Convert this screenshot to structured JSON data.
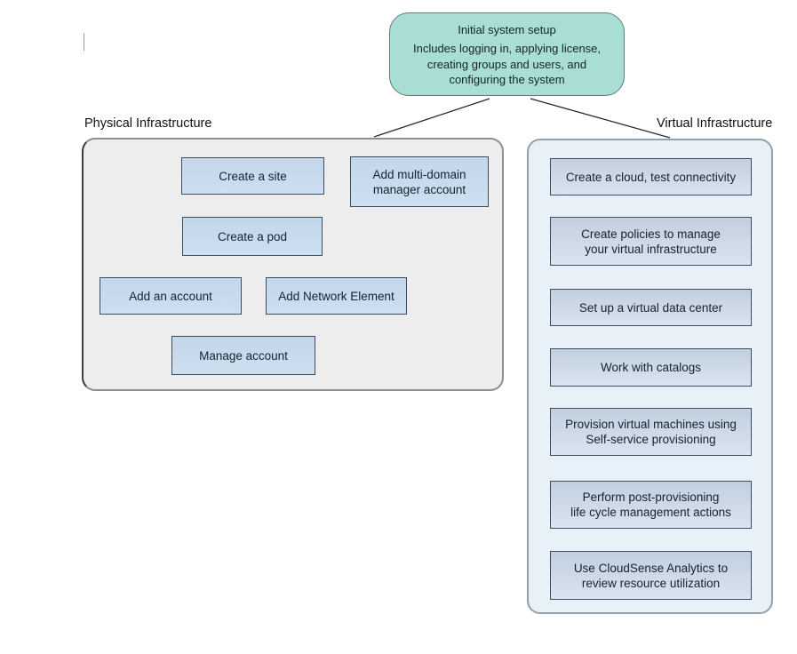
{
  "header": {
    "title": "Initial system setup",
    "description": "Includes logging in, applying license,\ncreating groups and users, and\nconfiguring the system"
  },
  "physical": {
    "label": "Physical Infrastructure",
    "boxes": [
      {
        "label": "Create a site"
      },
      {
        "label": "Add multi-domain\nmanager account"
      },
      {
        "label": "Create a pod"
      },
      {
        "label": "Add an account"
      },
      {
        "label": "Add Network Element"
      },
      {
        "label": "Manage account"
      }
    ]
  },
  "virtual": {
    "label": "Virtual Infrastructure",
    "boxes": [
      {
        "label": "Create a cloud, test connectivity"
      },
      {
        "label": "Create policies to manage\nyour virtual infrastructure"
      },
      {
        "label": "Set up a virtual data center"
      },
      {
        "label": "Work with catalogs"
      },
      {
        "label": "Provision virtual machines using\nSelf-service provisioning"
      },
      {
        "label": "Perform post-provisioning\nlife cycle management actions"
      },
      {
        "label": "Use CloudSense Analytics to\nreview resource utilization"
      }
    ]
  },
  "colors": {
    "header_fill": "#a9ded4",
    "physical_panel_fill": "#ededed",
    "virtual_panel_fill": "#e9f1f8",
    "physical_node_fill": "#c8daee",
    "virtual_node_fill": "#cdd9e7",
    "node_border": "#3d4c5e",
    "connector": "#2b2b2b"
  }
}
